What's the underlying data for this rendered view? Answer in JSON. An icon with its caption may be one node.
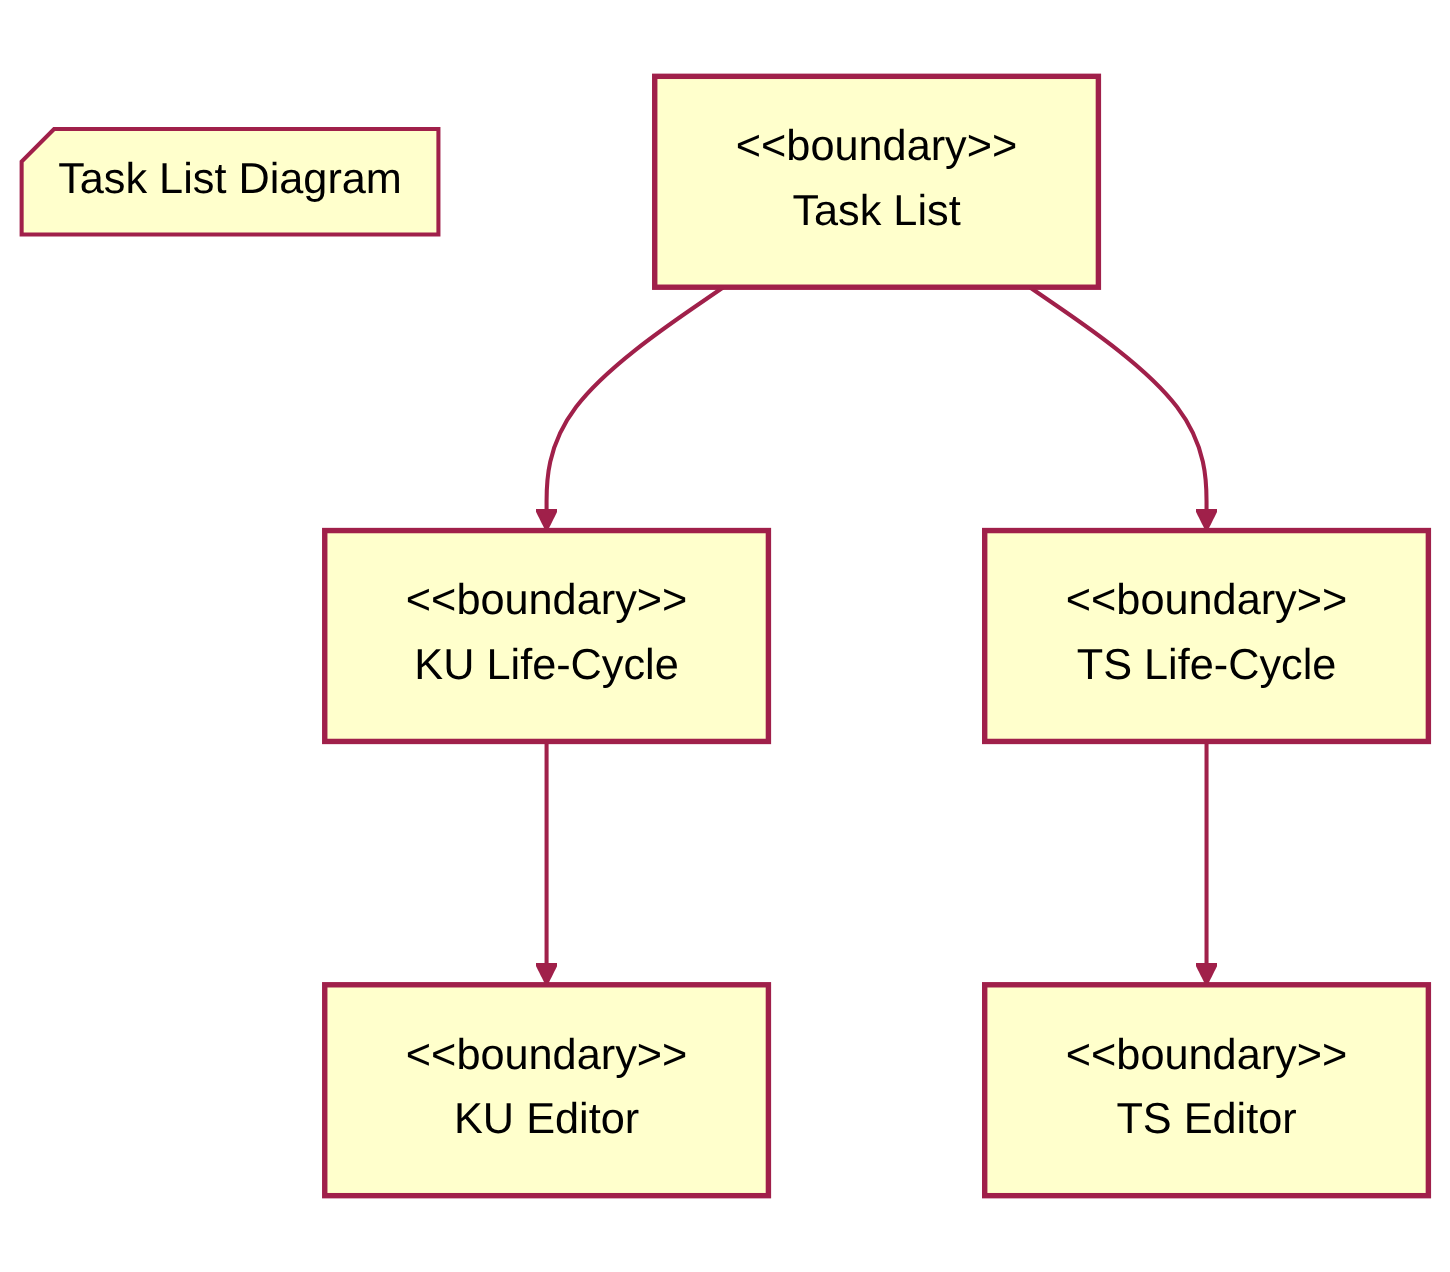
{
  "diagram": {
    "nodes": [
      {
        "text": [
          "Task List Diagram"
        ]
      },
      {
        "text": [
          "<<boundary>>",
          "Task List"
        ]
      },
      {
        "text": [
          "<<boundary>>",
          "KU Life-Cycle"
        ]
      },
      {
        "text": [
          "<<boundary>>",
          "TS Life-Cycle"
        ]
      },
      {
        "text": [
          "<<boundary>>",
          "KU Editor"
        ]
      },
      {
        "text": [
          "<<boundary>>",
          "TS Editor"
        ]
      }
    ],
    "edges": [
      {
        "from": 1,
        "to": 2,
        "arrow": "to"
      },
      {
        "from": 1,
        "to": 3,
        "arrow": "to"
      },
      {
        "from": 2,
        "to": 4,
        "arrow": "to"
      },
      {
        "from": 3,
        "to": 5,
        "arrow": "to"
      }
    ]
  }
}
